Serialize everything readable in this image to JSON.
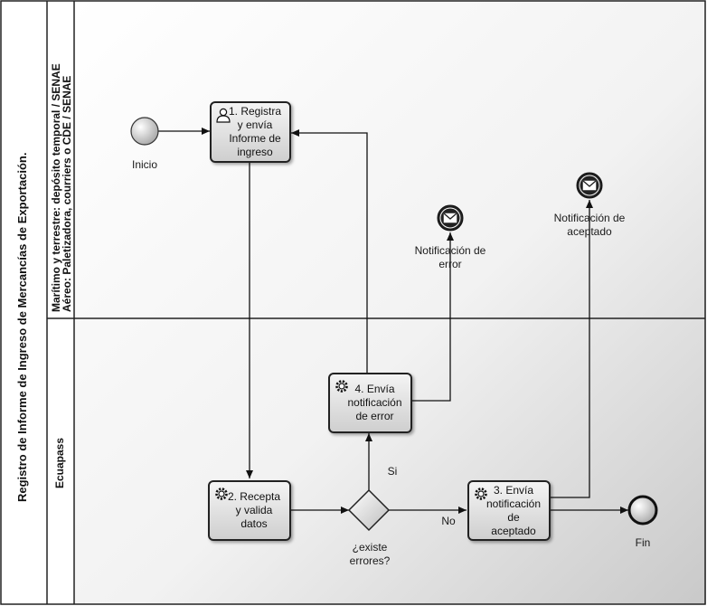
{
  "pool": {
    "title": "Registro de Informe de Ingreso de Mercancías de Exportación."
  },
  "lanes": {
    "top": {
      "line1": "Marítimo y terrestre:  depósito temporal / SENAE",
      "line2": "Aéreo:  Paletizadora, courriers o CDE / SENAE"
    },
    "bottom": {
      "label": "Ecuapass"
    }
  },
  "events": {
    "start": {
      "label": "Inicio"
    },
    "end": {
      "label": "Fin"
    },
    "msg_error": {
      "label": "Notificación de error"
    },
    "msg_accepted": {
      "label": "Notificación de aceptado"
    }
  },
  "tasks": {
    "t1": {
      "label": "1. Registra y envía Informe de ingreso",
      "icon": "user-icon"
    },
    "t2": {
      "label": "2. Recepta y valida datos",
      "icon": "gear-icon"
    },
    "t3": {
      "label": "3. Envía notificación de aceptado",
      "icon": "gear-icon"
    },
    "t4": {
      "label": "4. Envía notificación de error",
      "icon": "gear-icon"
    }
  },
  "gateway": {
    "label": "¿existe errores?",
    "yes": "Si",
    "no": "No"
  }
}
